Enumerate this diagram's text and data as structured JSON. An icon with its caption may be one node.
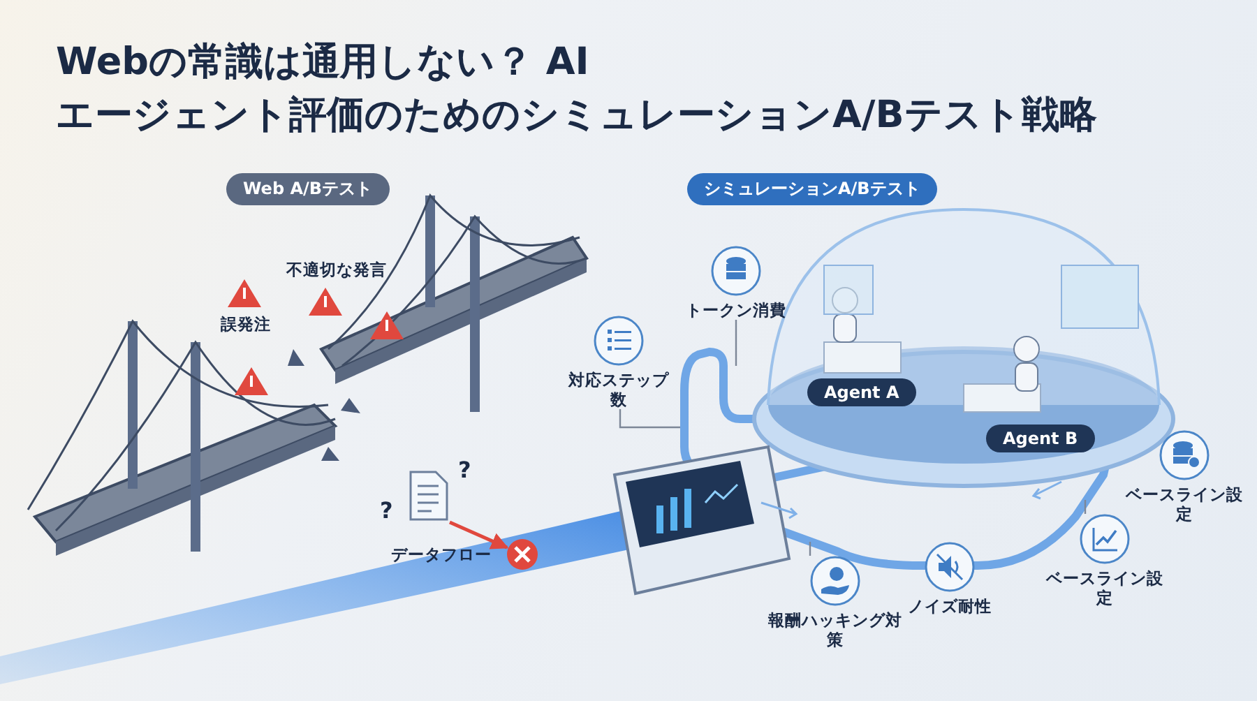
{
  "diagram": {
    "title": "Webの常識は通用しない？ AI エージェント評価のためのシミュレーションA/Bテスト戦略",
    "nodes": [
      {
        "text": [
          "Web A/Bテスト"
        ]
      },
      {
        "text": [
          "シミュレーションA/Bテスト"
        ]
      },
      {
        "text": [
          "Agent A"
        ]
      },
      {
        "text": [
          "Agent B"
        ]
      },
      {
        "text": [
          "トークン消費"
        ]
      },
      {
        "text": [
          "対応ステップ数"
        ]
      },
      {
        "text": [
          "報酬ハッキング対策"
        ]
      },
      {
        "text": [
          "ノイズ耐性"
        ]
      },
      {
        "text": [
          "ベースライン設定"
        ]
      },
      {
        "text": [
          "ベースライン設定"
        ]
      },
      {
        "text": [],
        "shape": "picture",
        "beside": [
          "?",
          "?"
        ]
      },
      {
        "text": [],
        "shape": "circle"
      }
    ],
    "edges": [
      {
        "from": 4,
        "to": null,
        "arrow": "none"
      },
      {
        "from": 5,
        "to": null,
        "arrow": "none"
      },
      {
        "from": 6,
        "to": null,
        "arrow": "none"
      },
      {
        "from": 9,
        "to": null,
        "arrow": "none"
      },
      {
        "from": 10,
        "to": 11,
        "arrow": "to",
        "color": "#e0483e"
      }
    ],
    "labels": [
      "不適切な発言",
      "誤発注",
      "データフロー"
    ]
  }
}
